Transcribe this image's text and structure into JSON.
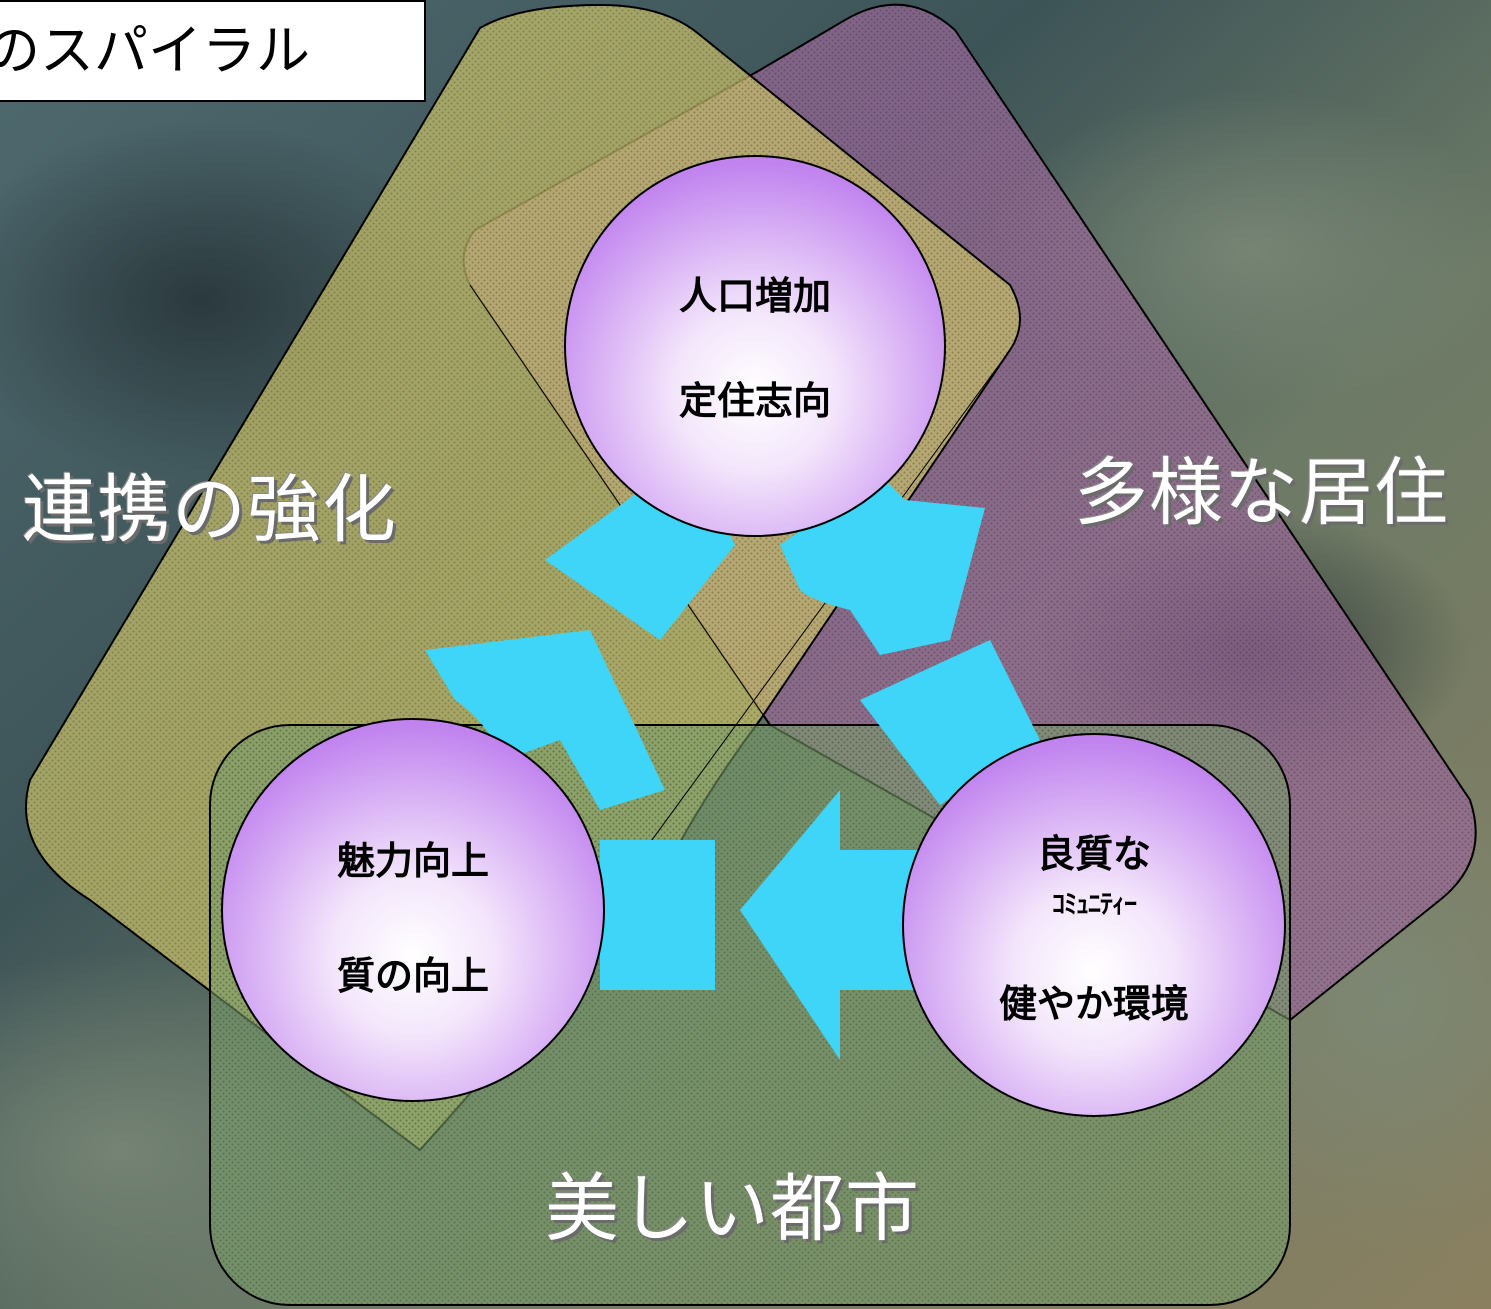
{
  "title": "のスパイラル",
  "regions": {
    "left": "連携の強化",
    "right": "多様な居住",
    "bottom": "美しい都市"
  },
  "nodes": {
    "top": {
      "line1": "人口増加",
      "line2": "定住志向"
    },
    "left": {
      "line1": "魅力向上",
      "line2": "質の向上"
    },
    "right": {
      "line1": "良質な",
      "line2": "ｺﾐｭﾆﾃｨｰ",
      "line3": "健やか環境"
    }
  },
  "colors": {
    "region_left": "#c9c06a",
    "region_right": "#9a6a98",
    "region_bottom": "#7a9e6a",
    "arrow": "#3ed5f8",
    "node_fill": "#c98cf2"
  }
}
